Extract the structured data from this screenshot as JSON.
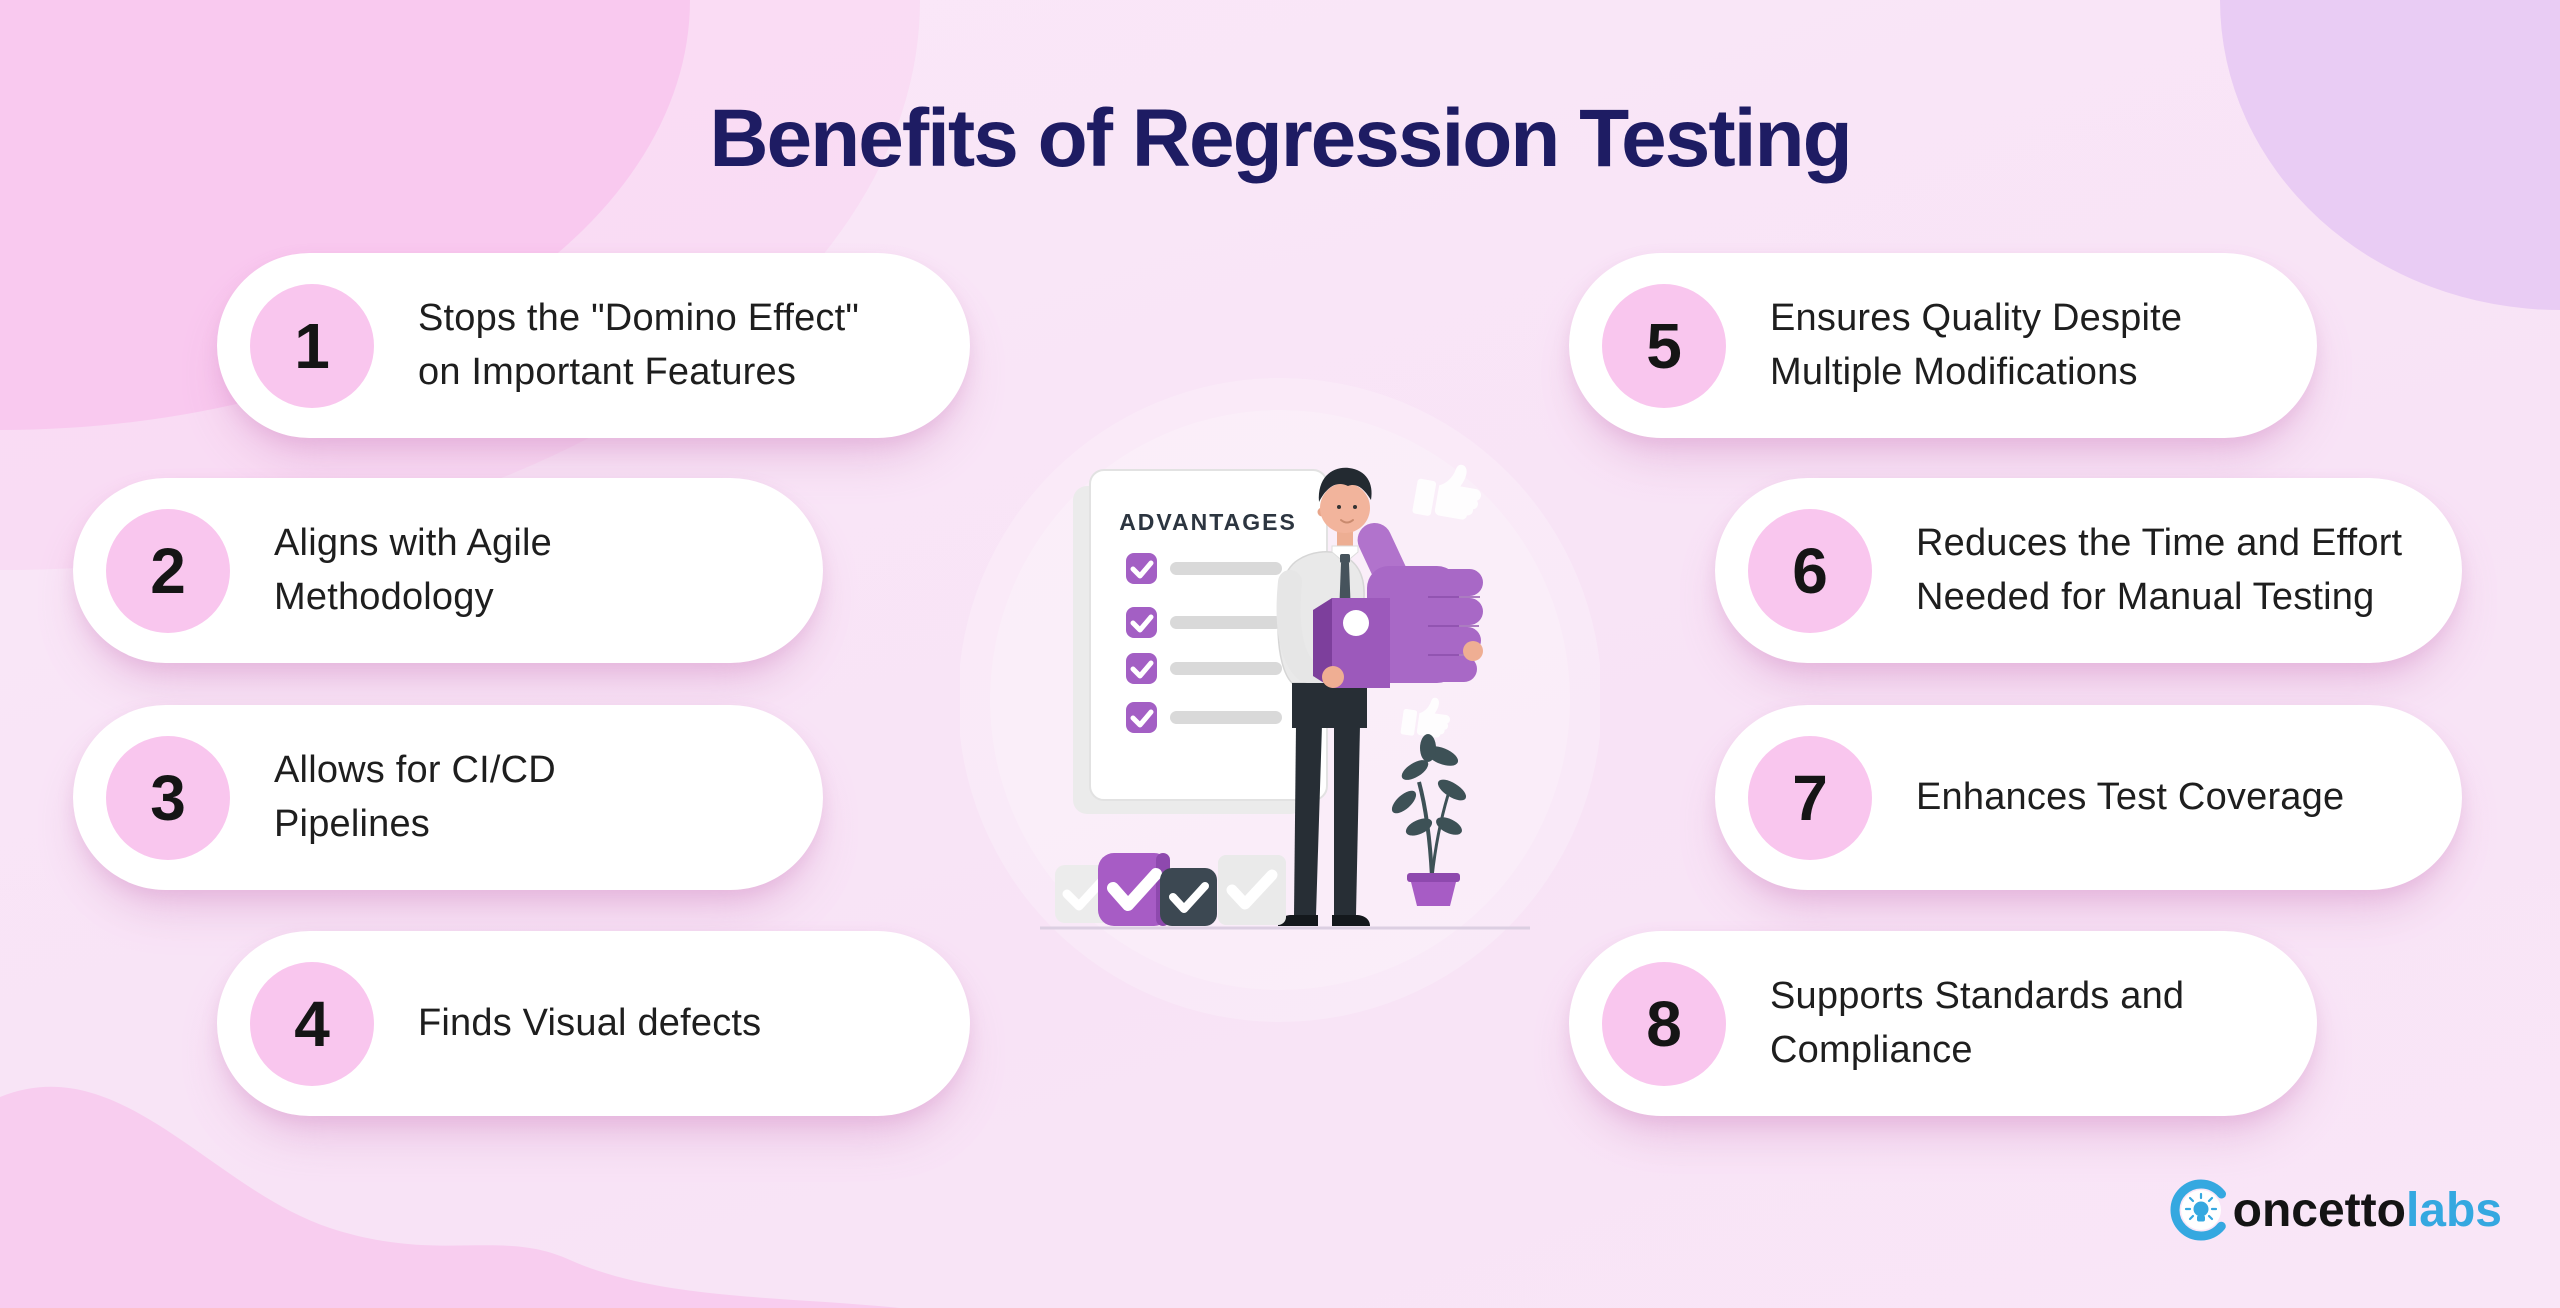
{
  "title": "Benefits of Regression Testing",
  "benefits": [
    {
      "number": "1",
      "text": "Stops the \"Domino Effect\"\non Important Features"
    },
    {
      "number": "2",
      "text": "Aligns with Agile\nMethodology"
    },
    {
      "number": "3",
      "text": "Allows for CI/CD\nPipelines"
    },
    {
      "number": "4",
      "text": "Finds Visual defects"
    },
    {
      "number": "5",
      "text": "Ensures Quality Despite\nMultiple Modifications"
    },
    {
      "number": "6",
      "text": "Reduces the Time and Effort\nNeeded for Manual Testing"
    },
    {
      "number": "7",
      "text": "Enhances Test Coverage"
    },
    {
      "number": "8",
      "text": "Supports Standards and\nCompliance"
    }
  ],
  "illustration": {
    "card_title": "ADVANTAGES",
    "checklist_rows": 4,
    "icons": [
      "checkbox-icon",
      "thumbs-up-icon",
      "plant",
      "check-square"
    ]
  },
  "logo": {
    "part1": "oncetto",
    "part2": "labs",
    "icon": "lightbulb-icon"
  },
  "colors": {
    "background": "#f9e6f7",
    "blob_pink": "#f9c9ef",
    "blob_lavender": "#e9ccf4",
    "pill_background": "#ffffff",
    "number_badge": "#f9c6ee",
    "title_navy": "#1e1c63",
    "body_text": "#1e1e1e",
    "purple": "#a35fc4",
    "purple_dark": "#7d3f9c",
    "slate_dark": "#3c4852",
    "gray_bar": "#d9d9d9",
    "logo_blue": "#35a8e0"
  }
}
